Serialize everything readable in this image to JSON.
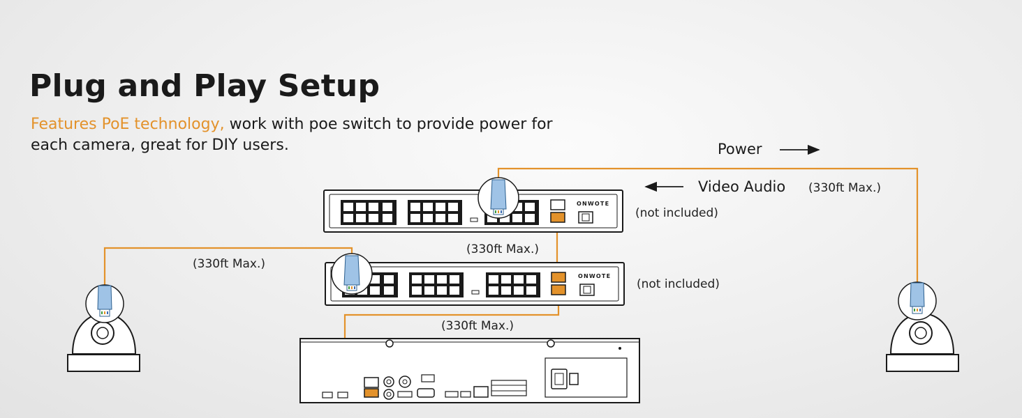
{
  "heading": {
    "title": "Plug and Play Setup",
    "highlight": "Features PoE technology,",
    "description": " work with poe switch to provide power for each camera, great for DIY users."
  },
  "legend": {
    "power": "Power",
    "video_audio": "Video Audio",
    "video_audio_range": "(330ft Max.)"
  },
  "devices": {
    "switch_brand": "ONWOTE",
    "switch1_note": "(not included)",
    "switch2_note": "(not included)"
  },
  "cables": {
    "switch_to_switch": "(330ft Max.)",
    "left_camera": "(330ft Max.)",
    "switch_to_nvr": "(330ft Max.)"
  },
  "colors": {
    "cable": "#e3922b",
    "port_accent": "#e3922b",
    "connector": "#9fc3e6",
    "outline": "#1a1a1a"
  }
}
